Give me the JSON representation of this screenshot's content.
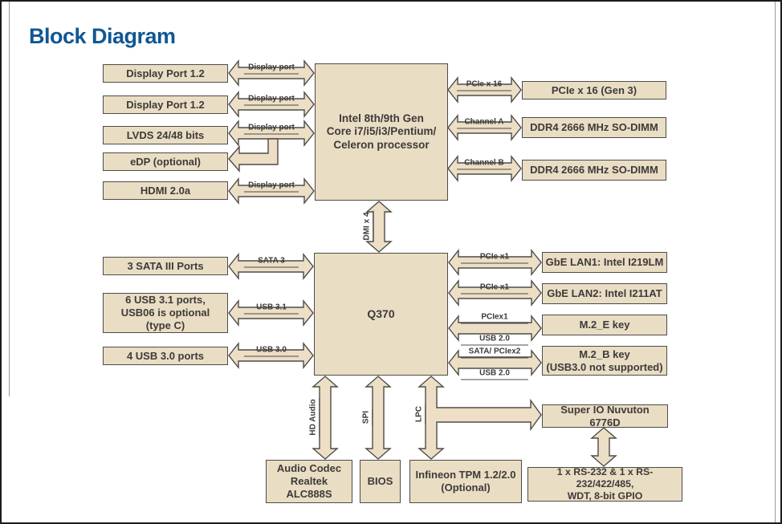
{
  "title": "Block Diagram",
  "colors": {
    "title_blue": "#0f5794",
    "block_fill": "#e9ddc4",
    "block_border": "#4e4b48",
    "text": "#3e3a39"
  },
  "blocks": {
    "display_port_1": "Display Port 1.2",
    "display_port_2": "Display Port 1.2",
    "lvds": "LVDS 24/48 bits",
    "edp": "eDP (optional)",
    "hdmi": "HDMI 2.0a",
    "cpu": "Intel 8th/9th Gen\nCore i7/i5/i3/Pentium/\nCeleron processor",
    "pcie_x16": "PCIe x 16 (Gen 3)",
    "dimm_a": "DDR4 2666 MHz SO-DIMM",
    "dimm_b": "DDR4 2666 MHz SO-DIMM",
    "sata": "3 SATA III Ports",
    "usb31": "6 USB 3.1 ports,\nUSB06 is optional\n(type C)",
    "usb30": "4 USB 3.0 ports",
    "pch": "Q370",
    "lan1": "GbE LAN1: Intel I219LM",
    "lan2": "GbE LAN2: Intel I211AT",
    "m2e": "M.2_E key",
    "m2b": "M.2_B key\n(USB3.0 not supported)",
    "audio": "Audio Codec\nRealtek ALC888S",
    "bios": "BIOS",
    "tpm": "Infineon TPM 1.2/2.0\n(Optional)",
    "superio": "Super IO Nuvuton 6776D",
    "serial": "1 x RS-232 & 1 x RS-232/422/485,\nWDT, 8-bit GPIO"
  },
  "bus_labels": {
    "dp1": "Display port",
    "dp2": "Display port",
    "dp3": "Display port",
    "dp4": "Display port",
    "pcie16": "PCIe x 16",
    "channel_a": "Channel A",
    "channel_b": "Channel B",
    "dmi": "DMI x 4",
    "sata3": "SATA 3",
    "usb31": "USB 3.1",
    "usb30": "USB 3.0",
    "pcie1_a": "PCIe x1",
    "pcie1_b": "PCIe x1",
    "m2e_top": "PCIex1",
    "m2e_bottom": "USB 2.0",
    "m2b_top": "SATA/ PCIex2",
    "m2b_bottom": "USB 2.0",
    "hd_audio": "HD Audio",
    "spi": "SPI",
    "lpc": "LPC"
  }
}
